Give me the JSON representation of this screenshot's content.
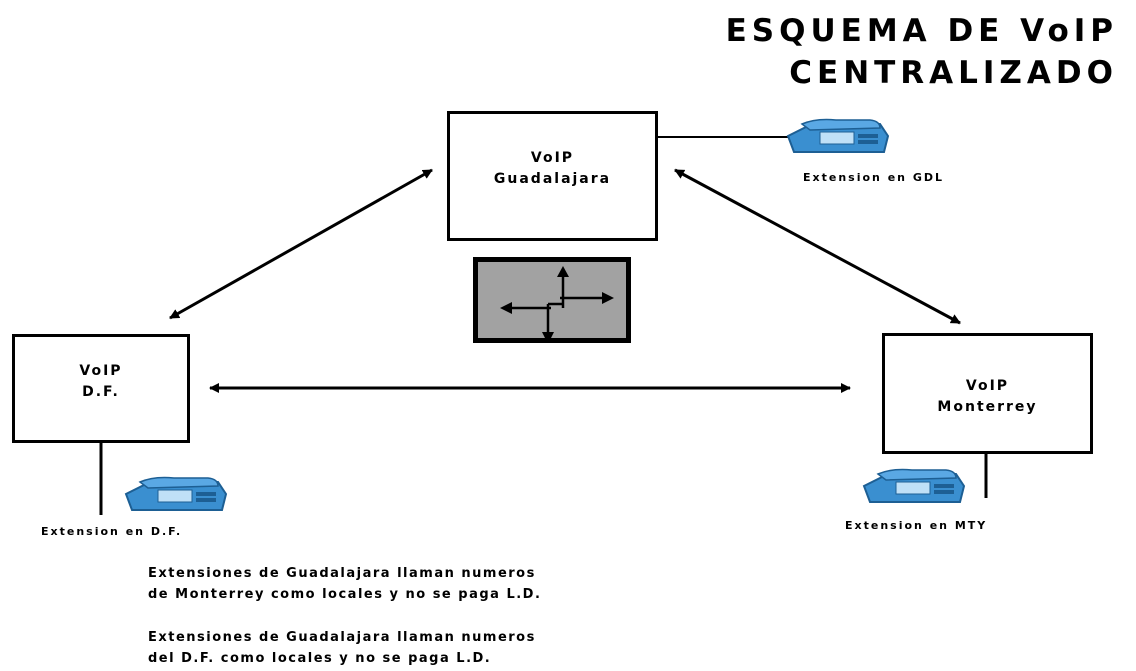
{
  "title": {
    "line1": "ESQUEMA DE VoIP",
    "line2": "CENTRALIZADO"
  },
  "nodes": {
    "guadalajara": {
      "line1": "VoIP",
      "line2": "Guadalajara"
    },
    "df": {
      "line1": "VoIP",
      "line2": "D.F."
    },
    "monterrey": {
      "line1": "VoIP",
      "line2": "Monterrey"
    }
  },
  "extensions": {
    "guadalajara": "Extension en GDL",
    "df": "Extension en D.F.",
    "monterrey": "Extension en MTY"
  },
  "notes": [
    {
      "line1": "Extensiones de Guadalajara llaman numeros",
      "line2": "de Monterrey como locales y no se paga L.D."
    },
    {
      "line1": "Extensiones de Guadalajara llaman numeros",
      "line2": "del D.F. como locales y no se paga L.D."
    }
  ],
  "icons": [
    "telephone-icon",
    "router-icon"
  ],
  "colors": {
    "phone": "#3a8fd0",
    "router_fill": "#a2a2a2"
  }
}
